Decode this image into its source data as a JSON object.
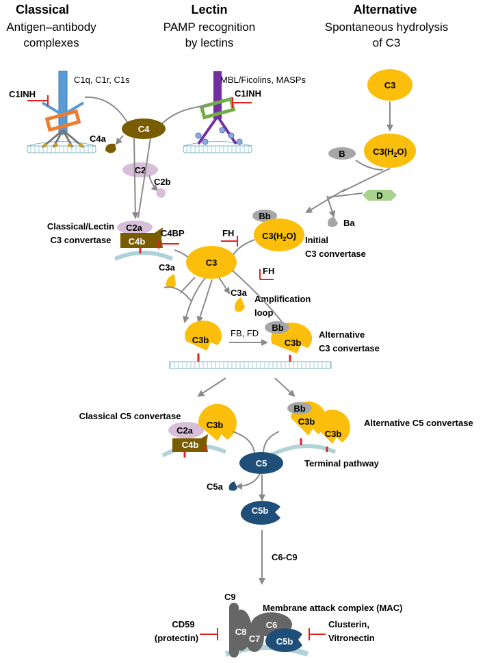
{
  "pathways": {
    "classical": {
      "title": "Classical",
      "subtitle1": "Antigen–antibody",
      "subtitle2": "complexes"
    },
    "lectin": {
      "title": "Lectin",
      "subtitle1": "PAMP recognition",
      "subtitle2": "by lectins"
    },
    "alternative": {
      "title": "Alternative",
      "subtitle1": "Spontaneous hydrolysis",
      "subtitle2": "of C3"
    }
  },
  "labels": {
    "c1complex": "C1q, C1r, C1s",
    "mbl": "MBL/Ficolins, MASPs",
    "c1inh": "C1INH",
    "c4": "C4",
    "c4a": "C4a",
    "c2": "C2",
    "c2b": "C2b",
    "c3": "C3",
    "c3h2o_main": "C3(H",
    "c3h2o_sub": "2",
    "c3h2o_end": "O)",
    "b": "B",
    "d": "D",
    "ba": "Ba",
    "bb": "Bb",
    "cl_conv1": "Classical/Lectin",
    "cl_conv2": "C3 convertase",
    "c2a": "C2a",
    "c4b": "C4b",
    "c4bp": "C4BP",
    "fh": "FH",
    "initial1": "Initial",
    "initial2": "C3 convertase",
    "c3a": "C3a",
    "amp1": "Amplification",
    "amp2": "loop",
    "c3b": "C3b",
    "fbfd": "FB, FD",
    "alt_conv1": "Alternative",
    "alt_conv2": "C3 convertase",
    "cl_c5conv": "Classical C5 convertase",
    "alt_c5conv": "Alternative C5 convertase",
    "c5": "C5",
    "terminal": "Terminal pathway",
    "c5a": "C5a",
    "c5b": "C5b",
    "c6c9": "C6-C9",
    "mac": "Membrane attack complex (MAC)",
    "c9": "C9",
    "c8": "C8",
    "c7": "C7",
    "c6": "C6",
    "cd59_1": "CD59",
    "cd59_2": "(protectin)",
    "clust1": "Clusterin,",
    "clust2": "Vitronectin"
  },
  "colors": {
    "c3": "#fbbf0b",
    "c4": "#7a5c00",
    "c2": "#d7bfd9",
    "factor_b": "#a6a6a6",
    "factor_d": "#a9d18e",
    "c5": "#1f4e79",
    "mac": "#666666",
    "inhibitor": "#e0221f",
    "arrow": "#8a8a8a"
  }
}
